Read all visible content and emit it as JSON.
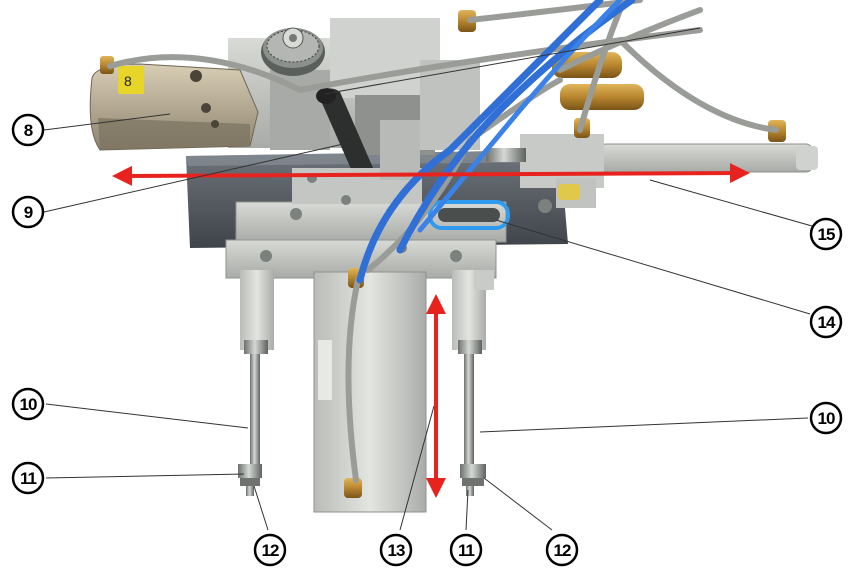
{
  "callouts": {
    "c8": "8",
    "c9": "9",
    "c10_left": "10",
    "c10_right": "10",
    "c11_left": "11",
    "c11_right": "11",
    "c12_left": "12",
    "c12_right": "12",
    "c13": "13",
    "c14": "14",
    "c15": "15"
  },
  "colors": {
    "arrow": "#e8231f",
    "hose_blue": "#2f6fd6",
    "hose_grey": "#9a9c98",
    "brass": "#b8862e",
    "plate_dark": "#5a6068",
    "aluminium": "#c9ccc8"
  }
}
